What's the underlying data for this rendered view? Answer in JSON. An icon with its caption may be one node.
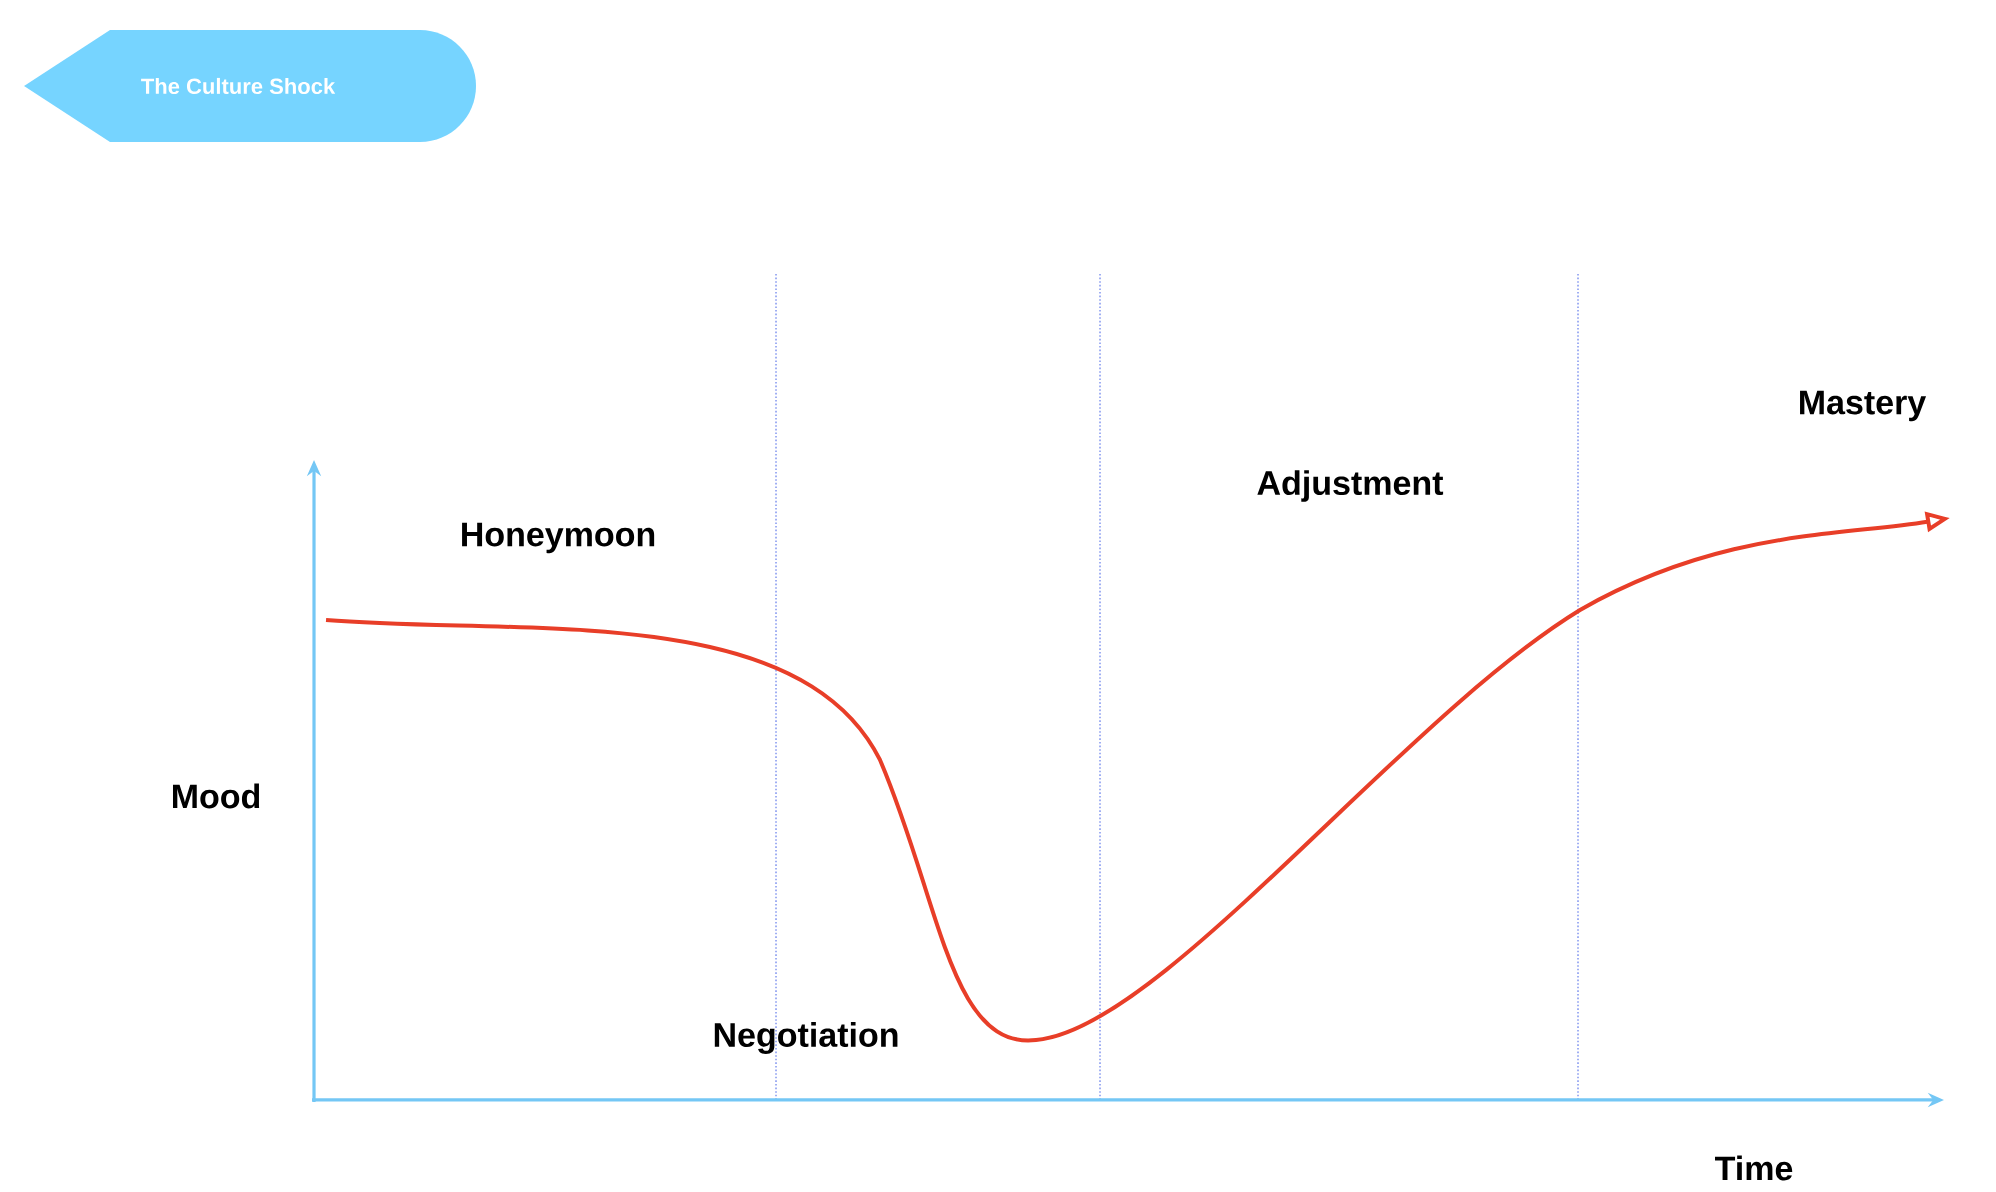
{
  "diagram": {
    "nodes": [
      {
        "text": [
          "The Culture Shock"
        ]
      }
    ],
    "labels": [
      "Mastery",
      "Adjustment",
      "Honeymoon",
      "Mood",
      "Negotiation",
      "Time"
    ]
  }
}
